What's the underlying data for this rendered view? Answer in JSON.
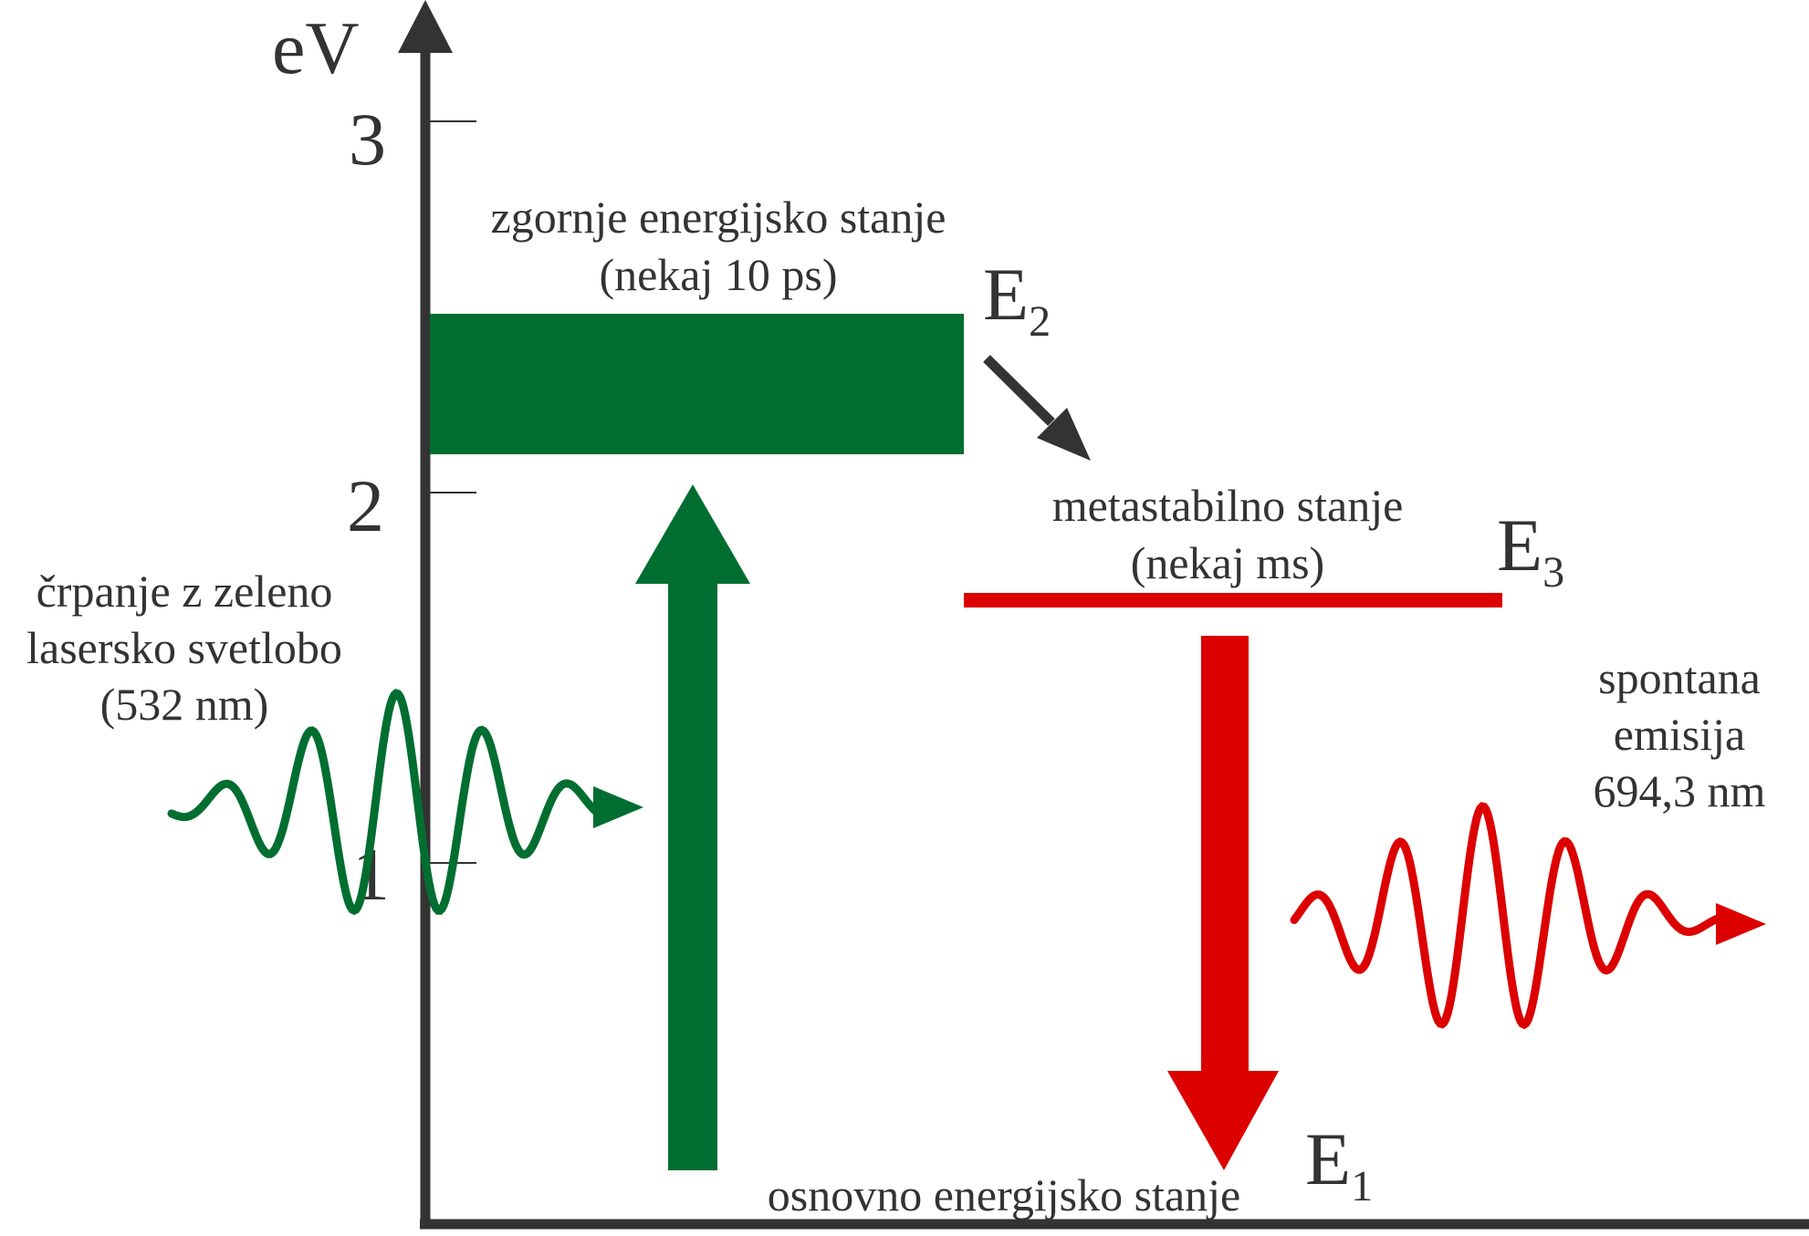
{
  "colors": {
    "axis": "#333333",
    "green": "#006e30",
    "red": "#dc0000",
    "text": "#333333"
  },
  "axis": {
    "unit": "eV",
    "ticks": [
      {
        "value": 3,
        "label": "3"
      },
      {
        "value": 2,
        "label": "2"
      },
      {
        "value": 1,
        "label": "1"
      }
    ]
  },
  "levels": {
    "e2": {
      "symbol": "E",
      "sub": "2",
      "line1": "zgornje energijsko stanje",
      "line2": "(nekaj 10 ps)"
    },
    "e3": {
      "symbol": "E",
      "sub": "3",
      "line1": "metastabilno stanje",
      "line2": "(nekaj ms)"
    },
    "e1": {
      "symbol": "E",
      "sub": "1",
      "line1": "osnovno energijsko stanje"
    }
  },
  "pump": {
    "line1": "črpanje z zeleno",
    "line2": "lasersko svetlobo",
    "line3": "(532 nm)"
  },
  "emission": {
    "line1": "spontana",
    "line2": "emisija",
    "line3": "694,3 nm"
  },
  "icons": {
    "pump_wave": "green-wave-arrow-icon",
    "emission_wave": "red-wave-arrow-icon",
    "relaxation": "diagonal-arrow-icon"
  }
}
